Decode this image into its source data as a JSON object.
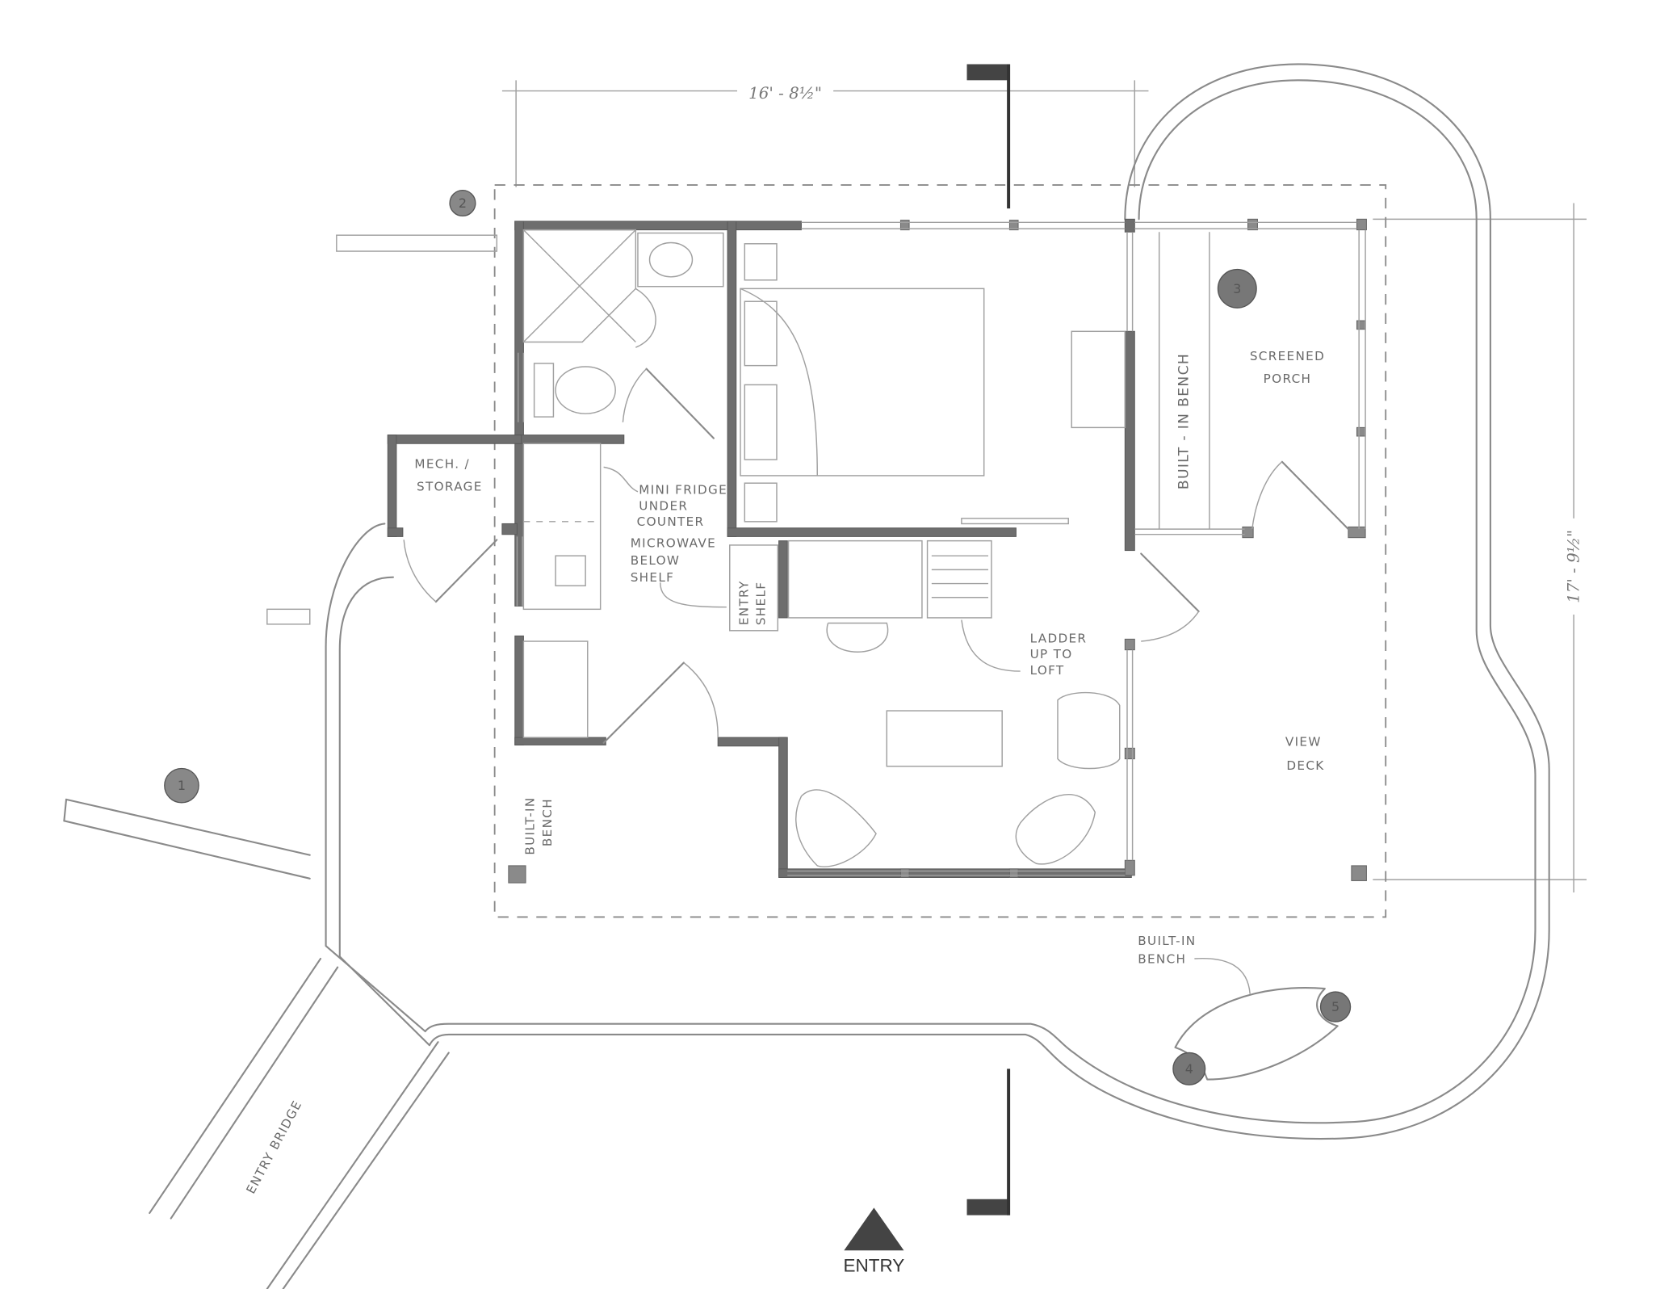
{
  "title": "Floor plan",
  "dimensions": {
    "width": "16' - 8½\"",
    "depth": "17' - 9½\""
  },
  "rooms": {
    "mech_storage": [
      "MECH. /",
      "STORAGE"
    ],
    "screened_porch": [
      "SCREENED",
      "PORCH"
    ],
    "view_deck": [
      "VIEW",
      "DECK"
    ],
    "porch_bench": "BUILT - IN BENCH",
    "left_bench": [
      "BUILT-IN",
      "BENCH"
    ],
    "deck_bench": [
      "BUILT-IN",
      "BENCH"
    ],
    "entry_bridge": "ENTRY BRIDGE",
    "entry_shelf": [
      "ENTRY",
      "SHELF"
    ]
  },
  "notes": {
    "mini_fridge": [
      "MINI FRIDGE",
      "UNDER",
      "COUNTER"
    ],
    "microwave": [
      "MICROWAVE",
      "BELOW",
      "SHELF"
    ],
    "ladder": [
      "LADDER",
      "UP TO",
      "LOFT"
    ]
  },
  "markers": [
    "1",
    "2",
    "3",
    "5",
    "4"
  ],
  "entry_label": "ENTRY",
  "colors": {
    "wall": "#6e6e6e",
    "line": "#8a8a8a",
    "marker": "#7a7a7a"
  }
}
